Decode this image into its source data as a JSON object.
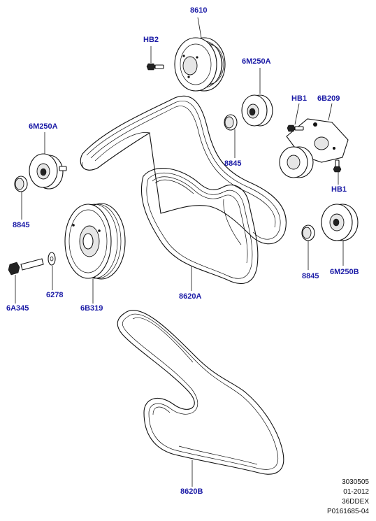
{
  "parts": {
    "p8610": "8610",
    "hb2": "HB2",
    "p6m250a_top": "6M250A",
    "hb1_top": "HB1",
    "p6b209": "6B209",
    "p6m250a_left": "6M250A",
    "p8845_mid": "8845",
    "hb1_right": "HB1",
    "p8845_left": "8845",
    "p8845_right": "8845",
    "p6m250b": "6M250B",
    "p6278": "6278",
    "p6a345": "6A345",
    "p6b319": "6B319",
    "p8620a": "8620A",
    "p8620b": "8620B"
  },
  "reference": {
    "line1": "3030505",
    "line2": "01-2012",
    "line3": "36DDEX",
    "line4": "P0161685-04"
  },
  "colors": {
    "label": "#1a1aa6",
    "line": "#111111"
  }
}
